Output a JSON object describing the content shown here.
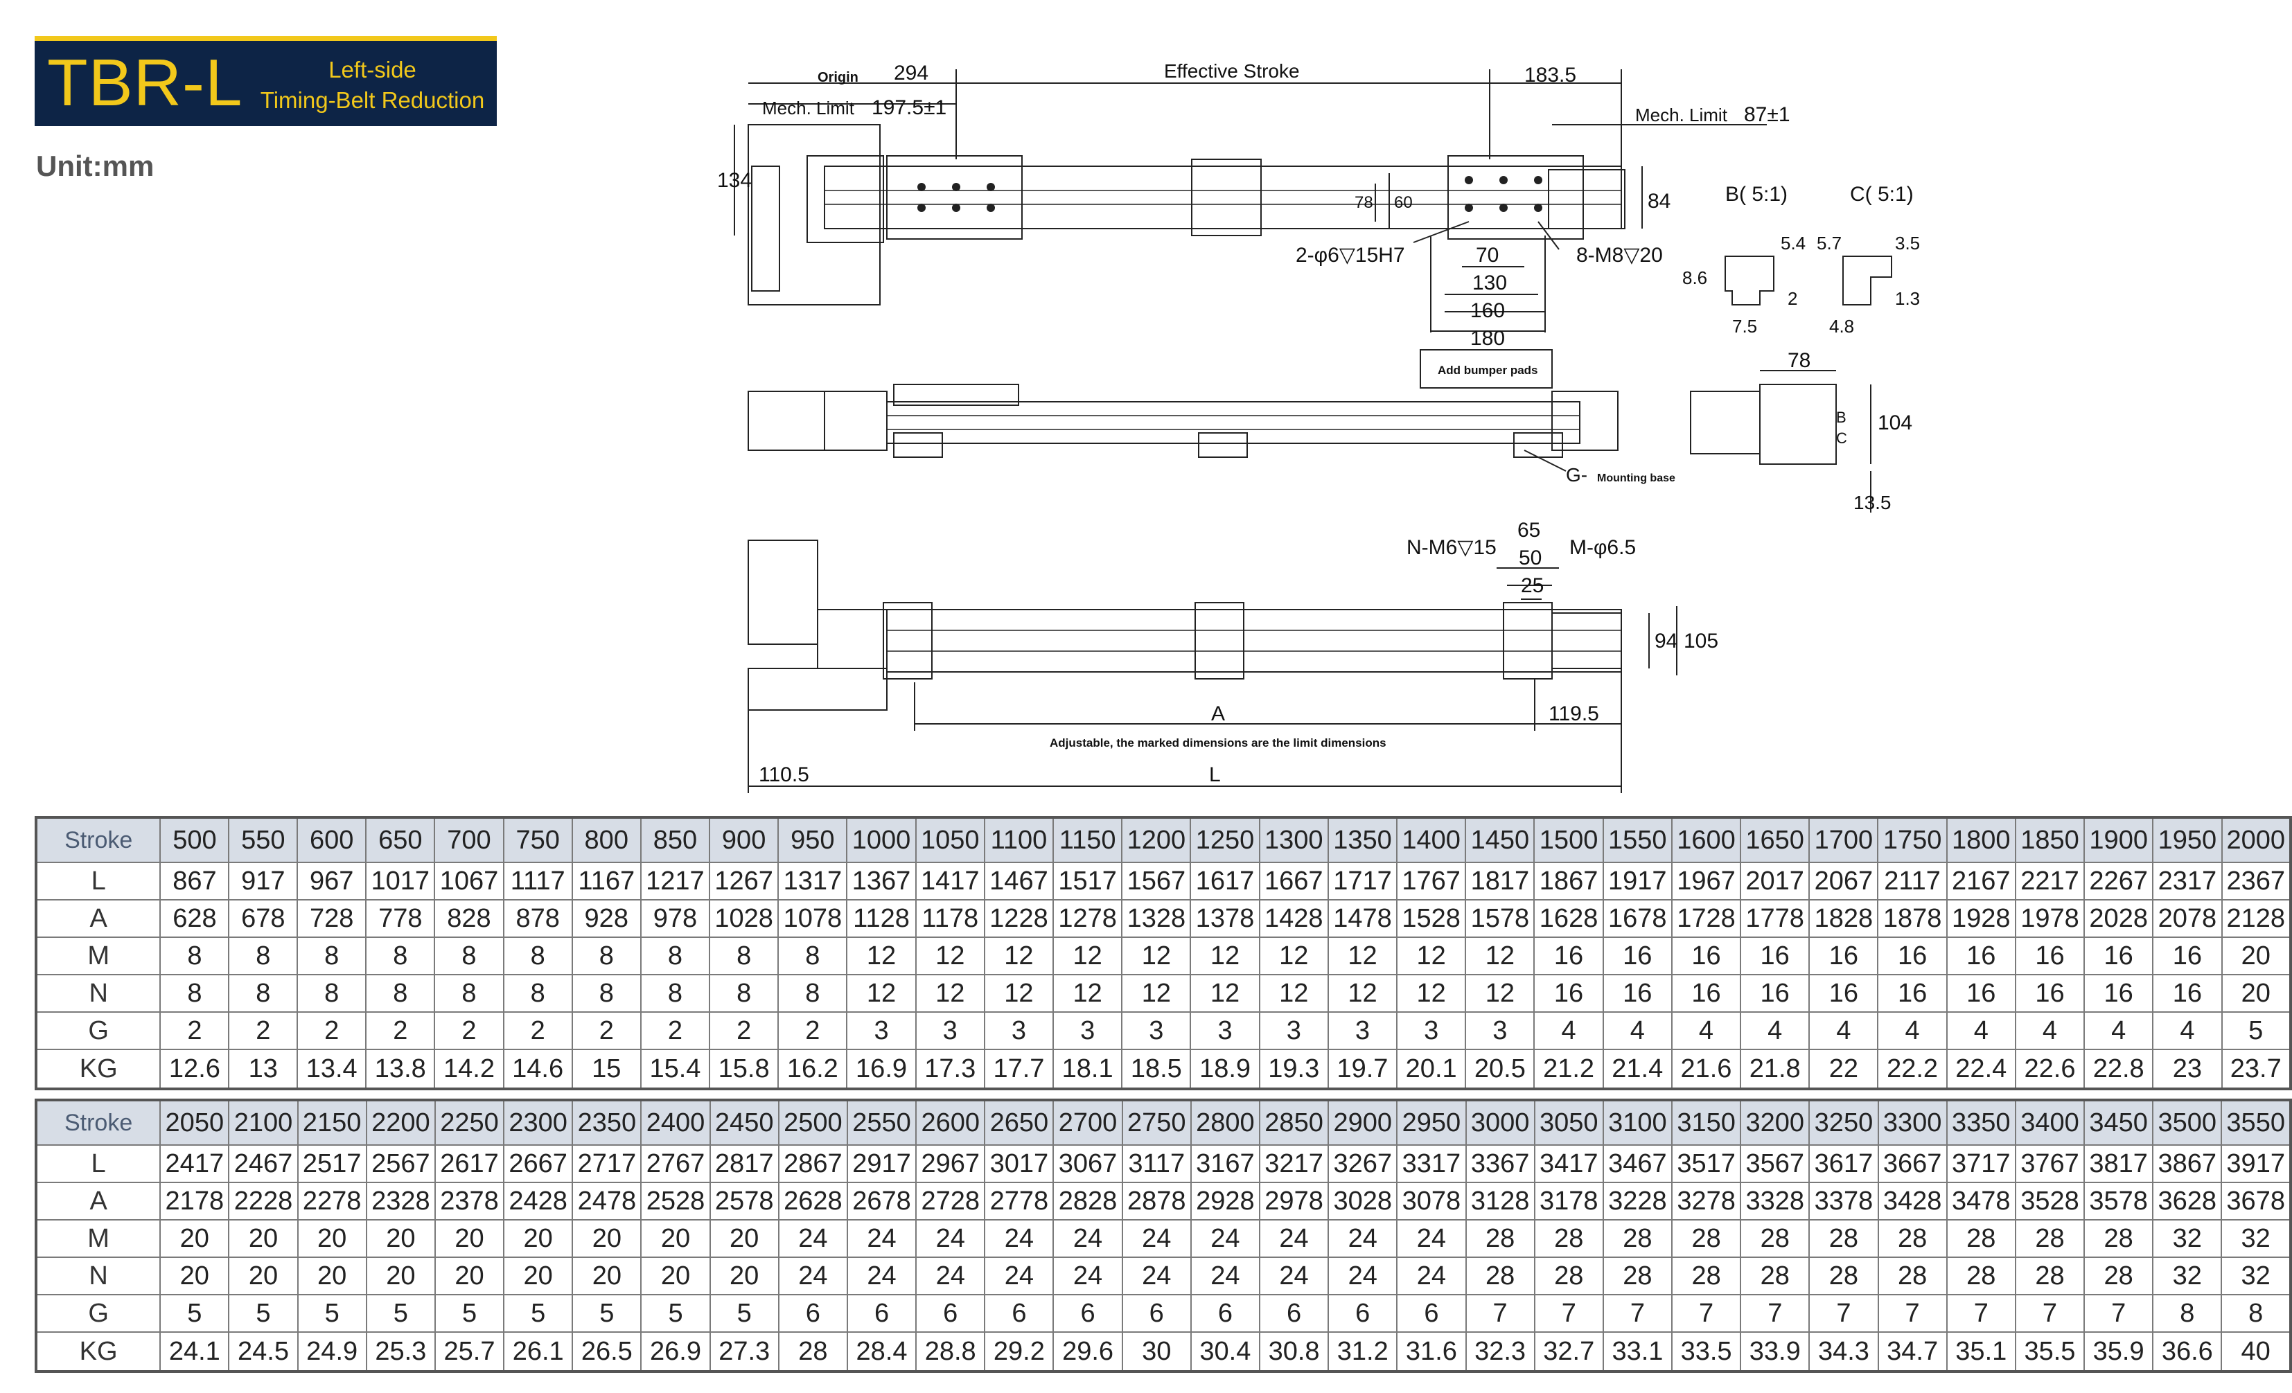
{
  "header": {
    "model": "TBR-L",
    "subtitle_line1": "Left-side",
    "subtitle_line2": "Timing-Belt Reduction",
    "unit": "Unit:mm"
  },
  "colors": {
    "badge_bg": "#0d2446",
    "badge_text": "#f2c81b",
    "table_header_bg": "#d7dde6"
  },
  "drawing": {
    "origin": "Origin",
    "d294": "294",
    "effective_stroke": "Effective Stroke",
    "d183_5": "183.5",
    "mech_limit_left": "Mech. Limit",
    "d197_5": "197.5±1",
    "mech_limit_right": "Mech. Limit",
    "d87": "87±1",
    "d134": "134",
    "d78": "78",
    "d60": "60",
    "d84": "84",
    "d70": "70",
    "hole_spec": "2-φ6▽15H7",
    "tap_spec": "8-M8▽20",
    "d130": "130",
    "d160": "160",
    "d180": "180",
    "detail_b": "B( 5:1)",
    "detail_c": "C( 5:1)",
    "b_54": "5.4",
    "b_86": "8.6",
    "b_2": "2",
    "b_75": "7.5",
    "c_57": "5.7",
    "c_35": "3.5",
    "c_13": "1.3",
    "c_48": "4.8",
    "bumper": "Add bumper pads",
    "g_label": "G-",
    "mounting_base": "Mounting base",
    "end_78": "78",
    "end_104": "104",
    "end_13_5": "13.5",
    "end_b": "B",
    "end_c": "C",
    "n_spec": "N-M6▽15",
    "m_spec": "M-φ6.5",
    "d65": "65",
    "d50": "50",
    "d25": "25",
    "d94": "94",
    "d105": "105",
    "a_label": "A",
    "d119_5": "119.5",
    "adjustable_note": "Adjustable, the marked dimensions are the limit dimensions",
    "d110_5": "110.5",
    "l_label": "L"
  },
  "table1": {
    "stroke_label": "Stroke",
    "strokes": [
      "500",
      "550",
      "600",
      "650",
      "700",
      "750",
      "800",
      "850",
      "900",
      "950",
      "1000",
      "1050",
      "1100",
      "1150",
      "1200",
      "1250",
      "1300",
      "1350",
      "1400",
      "1450",
      "1500",
      "1550",
      "1600",
      "1650",
      "1700",
      "1750",
      "1800",
      "1850",
      "1900",
      "1950",
      "2000"
    ],
    "rows": [
      {
        "label": "L",
        "values": [
          "867",
          "917",
          "967",
          "1017",
          "1067",
          "1117",
          "1167",
          "1217",
          "1267",
          "1317",
          "1367",
          "1417",
          "1467",
          "1517",
          "1567",
          "1617",
          "1667",
          "1717",
          "1767",
          "1817",
          "1867",
          "1917",
          "1967",
          "2017",
          "2067",
          "2117",
          "2167",
          "2217",
          "2267",
          "2317",
          "2367"
        ]
      },
      {
        "label": "A",
        "values": [
          "628",
          "678",
          "728",
          "778",
          "828",
          "878",
          "928",
          "978",
          "1028",
          "1078",
          "1128",
          "1178",
          "1228",
          "1278",
          "1328",
          "1378",
          "1428",
          "1478",
          "1528",
          "1578",
          "1628",
          "1678",
          "1728",
          "1778",
          "1828",
          "1878",
          "1928",
          "1978",
          "2028",
          "2078",
          "2128"
        ]
      },
      {
        "label": "M",
        "values": [
          "8",
          "8",
          "8",
          "8",
          "8",
          "8",
          "8",
          "8",
          "8",
          "8",
          "12",
          "12",
          "12",
          "12",
          "12",
          "12",
          "12",
          "12",
          "12",
          "12",
          "16",
          "16",
          "16",
          "16",
          "16",
          "16",
          "16",
          "16",
          "16",
          "16",
          "20"
        ]
      },
      {
        "label": "N",
        "values": [
          "8",
          "8",
          "8",
          "8",
          "8",
          "8",
          "8",
          "8",
          "8",
          "8",
          "12",
          "12",
          "12",
          "12",
          "12",
          "12",
          "12",
          "12",
          "12",
          "12",
          "16",
          "16",
          "16",
          "16",
          "16",
          "16",
          "16",
          "16",
          "16",
          "16",
          "20"
        ]
      },
      {
        "label": "G",
        "values": [
          "2",
          "2",
          "2",
          "2",
          "2",
          "2",
          "2",
          "2",
          "2",
          "2",
          "3",
          "3",
          "3",
          "3",
          "3",
          "3",
          "3",
          "3",
          "3",
          "3",
          "4",
          "4",
          "4",
          "4",
          "4",
          "4",
          "4",
          "4",
          "4",
          "4",
          "5"
        ]
      },
      {
        "label": "KG",
        "values": [
          "12.6",
          "13",
          "13.4",
          "13.8",
          "14.2",
          "14.6",
          "15",
          "15.4",
          "15.8",
          "16.2",
          "16.9",
          "17.3",
          "17.7",
          "18.1",
          "18.5",
          "18.9",
          "19.3",
          "19.7",
          "20.1",
          "20.5",
          "21.2",
          "21.4",
          "21.6",
          "21.8",
          "22",
          "22.2",
          "22.4",
          "22.6",
          "22.8",
          "23",
          "23.7"
        ]
      }
    ]
  },
  "table2": {
    "stroke_label": "Stroke",
    "strokes": [
      "2050",
      "2100",
      "2150",
      "2200",
      "2250",
      "2300",
      "2350",
      "2400",
      "2450",
      "2500",
      "2550",
      "2600",
      "2650",
      "2700",
      "2750",
      "2800",
      "2850",
      "2900",
      "2950",
      "3000",
      "3050",
      "3100",
      "3150",
      "3200",
      "3250",
      "3300",
      "3350",
      "3400",
      "3450",
      "3500",
      "3550"
    ],
    "rows": [
      {
        "label": "L",
        "values": [
          "2417",
          "2467",
          "2517",
          "2567",
          "2617",
          "2667",
          "2717",
          "2767",
          "2817",
          "2867",
          "2917",
          "2967",
          "3017",
          "3067",
          "3117",
          "3167",
          "3217",
          "3267",
          "3317",
          "3367",
          "3417",
          "3467",
          "3517",
          "3567",
          "3617",
          "3667",
          "3717",
          "3767",
          "3817",
          "3867",
          "3917"
        ]
      },
      {
        "label": "A",
        "values": [
          "2178",
          "2228",
          "2278",
          "2328",
          "2378",
          "2428",
          "2478",
          "2528",
          "2578",
          "2628",
          "2678",
          "2728",
          "2778",
          "2828",
          "2878",
          "2928",
          "2978",
          "3028",
          "3078",
          "3128",
          "3178",
          "3228",
          "3278",
          "3328",
          "3378",
          "3428",
          "3478",
          "3528",
          "3578",
          "3628",
          "3678"
        ]
      },
      {
        "label": "M",
        "values": [
          "20",
          "20",
          "20",
          "20",
          "20",
          "20",
          "20",
          "20",
          "20",
          "24",
          "24",
          "24",
          "24",
          "24",
          "24",
          "24",
          "24",
          "24",
          "24",
          "28",
          "28",
          "28",
          "28",
          "28",
          "28",
          "28",
          "28",
          "28",
          "28",
          "32",
          "32"
        ]
      },
      {
        "label": "N",
        "values": [
          "20",
          "20",
          "20",
          "20",
          "20",
          "20",
          "20",
          "20",
          "20",
          "24",
          "24",
          "24",
          "24",
          "24",
          "24",
          "24",
          "24",
          "24",
          "24",
          "28",
          "28",
          "28",
          "28",
          "28",
          "28",
          "28",
          "28",
          "28",
          "28",
          "32",
          "32"
        ]
      },
      {
        "label": "G",
        "values": [
          "5",
          "5",
          "5",
          "5",
          "5",
          "5",
          "5",
          "5",
          "5",
          "6",
          "6",
          "6",
          "6",
          "6",
          "6",
          "6",
          "6",
          "6",
          "6",
          "7",
          "7",
          "7",
          "7",
          "7",
          "7",
          "7",
          "7",
          "7",
          "7",
          "8",
          "8"
        ]
      },
      {
        "label": "KG",
        "values": [
          "24.1",
          "24.5",
          "24.9",
          "25.3",
          "25.7",
          "26.1",
          "26.5",
          "26.9",
          "27.3",
          "28",
          "28.4",
          "28.8",
          "29.2",
          "29.6",
          "30",
          "30.4",
          "30.8",
          "31.2",
          "31.6",
          "32.3",
          "32.7",
          "33.1",
          "33.5",
          "33.9",
          "34.3",
          "34.7",
          "35.1",
          "35.5",
          "35.9",
          "36.6",
          "40"
        ]
      }
    ]
  }
}
